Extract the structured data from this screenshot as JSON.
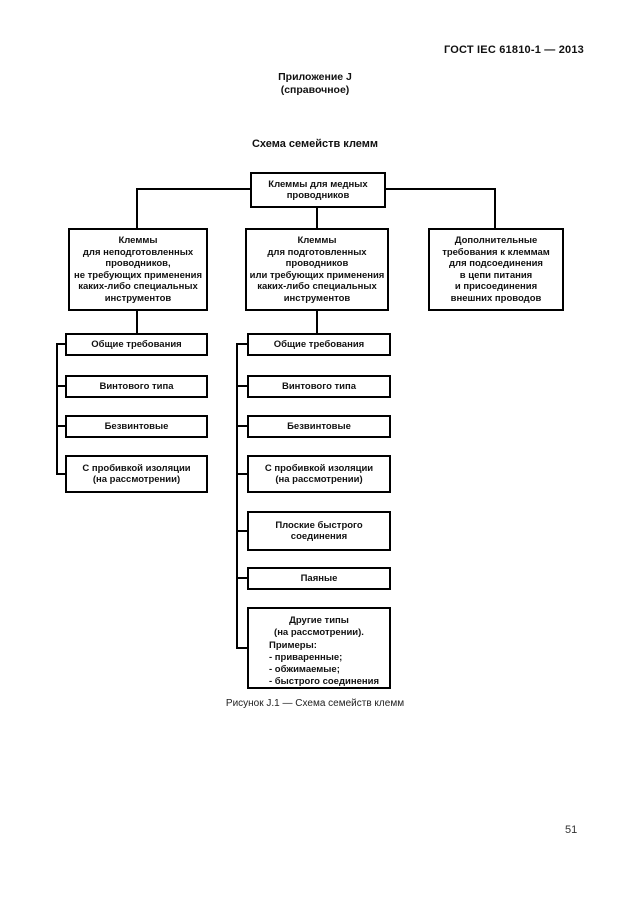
{
  "page": {
    "document_code": "ГОСТ IEC 61810-1 — 2013",
    "appendix_label": "Приложение J",
    "appendix_type": "(справочное)",
    "section_title": "Схема семейств клемм",
    "figure_caption": "Рисунок J.1 — Схема семейств клемм",
    "page_number": "51"
  },
  "diagram": {
    "root_label": "Клеммы для медных\nпроводников",
    "level2": [
      {
        "label": "Клеммы\nдля неподготовленных\nпроводников,\nне требующих применения\nкаких-либо специальных\nинструментов"
      },
      {
        "label": "Клеммы\nдля подготовленных\nпроводников\nили требующих применения\nкаких-либо специальных\nинструментов"
      },
      {
        "label": "Дополнительные\nтребования к клеммам\nдля подсоединения\nв цепи питания\nи присоединения\nвнешних проводов"
      }
    ],
    "left_column": [
      "Общие требования",
      "Винтового типа",
      "Безвинтовые",
      "С пробивкой изоляции\n(на рассмотрении)"
    ],
    "middle_column": [
      "Общие требования",
      "Винтового типа",
      "Безвинтовые",
      "С пробивкой изоляции\n(на рассмотрении)",
      "Плоские быстрого\nсоединения",
      "Паяные"
    ],
    "other_types": {
      "title": "Другие типы\n(на рассмотрении).",
      "examples_label": "Примеры:",
      "examples": [
        "- приваренные;",
        "- обжимаемые;",
        "- быстрого соединения"
      ]
    },
    "line_color": "#000000"
  }
}
